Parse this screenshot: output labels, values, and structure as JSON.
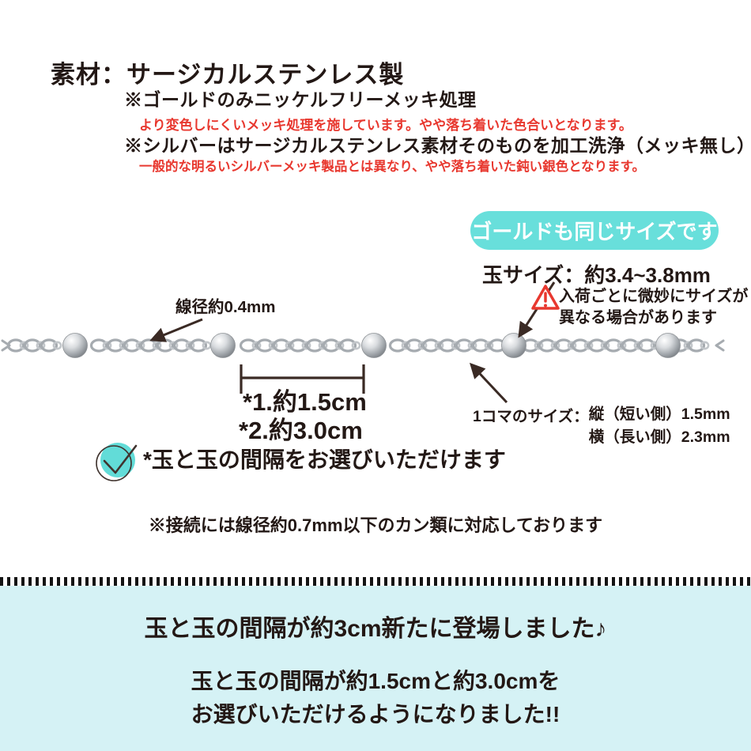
{
  "colors": {
    "text_dark": "#231815",
    "text_red": "#e8382f",
    "teal": "#68dfdb",
    "footer_bg": "#d5f2f5",
    "chain_silver": "#a6abb0"
  },
  "material": {
    "title": "素材：サージカルステンレス製",
    "note_gold": "※ゴールドのみニッケルフリーメッキ処理",
    "note_gold_detail": "より変色しにくいメッキ処理を施しています。やや落ち着いた色合いとなります。",
    "note_silver": "※シルバーはサージカルステンレス素材そのものを加工洗浄（メッキ無し）",
    "note_silver_detail": "一般的な明るいシルバーメッキ製品とは異なり、やや落ち着いた鈍い銀色となります。"
  },
  "badge": {
    "label": "ゴールドも同じサイズです"
  },
  "size_info": {
    "ball_size": "玉サイズ：約3.4~3.8mm",
    "warning": "入荷ごとに微妙にサイズが\n異なる場合があります",
    "wire_diameter": "線径約0.4mm",
    "interval_option_1": "*1.約1.5cm",
    "interval_option_2": "*2.約3.0cm",
    "link_size_label": "1コマのサイズ：",
    "link_size_vertical": "縦（短い側）1.5mm",
    "link_size_horizontal": "横（長い側）2.3mm"
  },
  "icons": {
    "warning_icon": "red-warning-triangle",
    "check_icon": "teal-check-circle"
  },
  "selectable_note": "*玉と玉の間隔をお選びいただけます",
  "connection_note": "※接続には線径約0.7mm以下のカン類に対応しております",
  "announcement": {
    "headline": "玉と玉の間隔が約3cm新たに登場しました♪",
    "line1": "玉と玉の間隔が約1.5cmと約3.0cmを",
    "line2": "お選びいただけるようになりました!!"
  }
}
